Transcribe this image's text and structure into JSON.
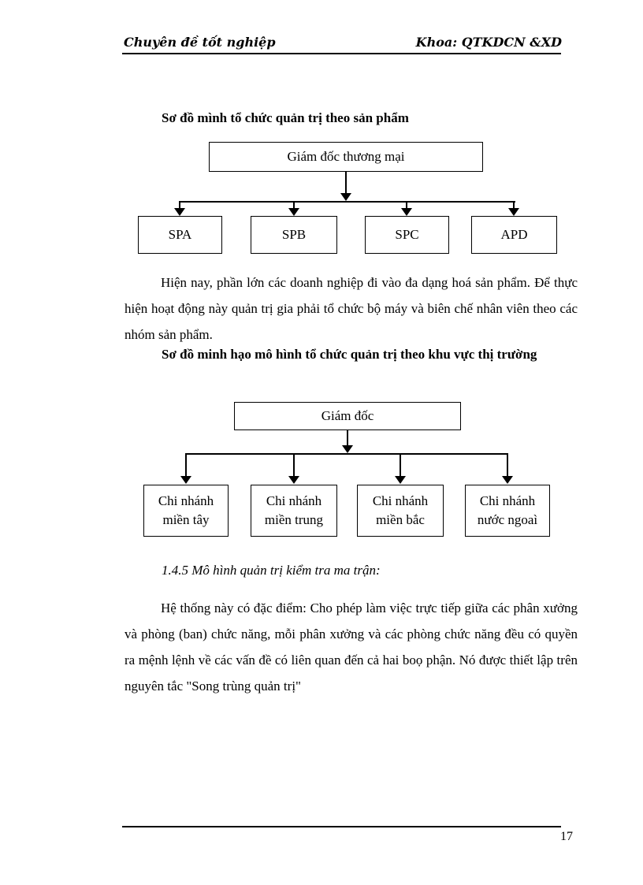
{
  "header": {
    "left": "Chuyên đề tốt nghiệp",
    "right": "Khoa: QTKDCN &XD"
  },
  "section1": {
    "heading": "Sơ đồ mình tổ chức quản trị theo sản phẩm",
    "chart": {
      "root": "Giám đốc thương mại",
      "children": [
        "SPA",
        "SPB",
        "SPC",
        "APD"
      ]
    },
    "paragraph": "Hiện nay, phần lớn các doanh nghiệp đi vào đa dạng hoá sản  phẩm. Để thực hiện hoạt động này quản trị gia phải tổ chức bộ máy và biên chế nhân viên theo các nhóm sản phẩm."
  },
  "section2": {
    "heading": "Sơ đồ minh hạo mô hình tổ chức quản trị theo khu vực thị trường",
    "chart": {
      "root": "Giám đốc",
      "children": [
        "Chi nhánh miền tây",
        "Chi nhánh miền trung",
        "Chi nhánh miền bắc",
        "Chi nhánh nước ngoaì"
      ]
    }
  },
  "section3": {
    "heading": "1.4.5  Mô hình quản trị kiểm tra ma trận:",
    "paragraph": "Hệ thống này có đặc điểm: Cho phép làm việc trực tiếp giữa các phân xưởng và phòng (ban) chức năng, mỗi phân xưởng và các phòng chức năng đều có quyền ra mệnh lệnh về các vấn đề có liên quan đến cả hai boọ phận. Nó được thiết lập trên nguyên tắc \"Song trùng quản trị\""
  },
  "footer": {
    "page_number": "17"
  }
}
